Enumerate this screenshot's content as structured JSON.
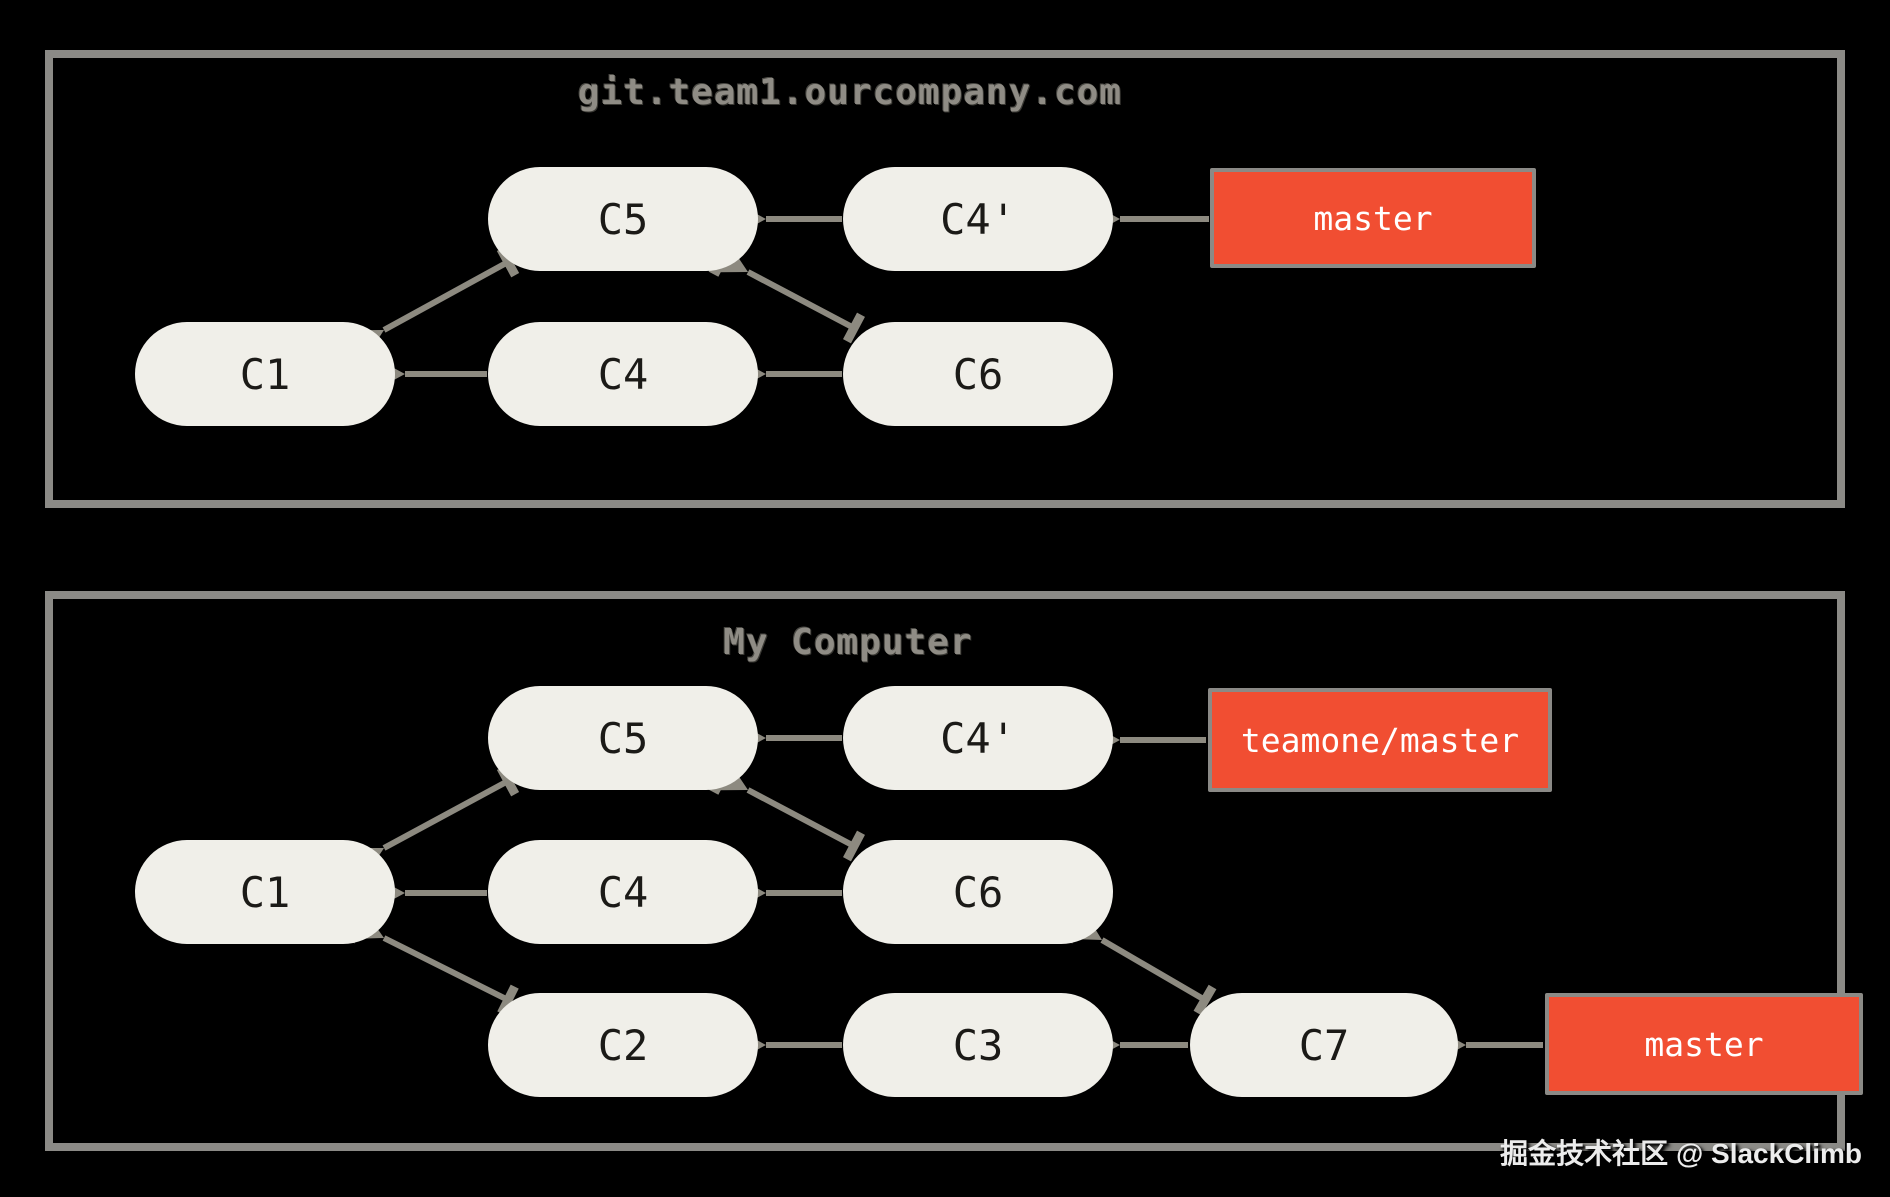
{
  "palette": {
    "background": "#000000",
    "frame_border": "#8b8a86",
    "node_fill": "#f0efe9",
    "node_text": "#1b1a17",
    "arrow": "#8d8a80",
    "branch_fill": "#f14e32",
    "branch_border": "#8b8a86",
    "branch_text": "#ffffff",
    "title_text": "#8f8c85"
  },
  "repos": [
    {
      "title": "git.team1.ourcompany.com",
      "commits": [
        {
          "id": "C5",
          "parents": [
            "C1"
          ]
        },
        {
          "id": "C4'",
          "parents": [
            "C5"
          ]
        },
        {
          "id": "C1",
          "parents": []
        },
        {
          "id": "C4",
          "parents": [
            "C1"
          ]
        },
        {
          "id": "C6",
          "parents": [
            "C4",
            "C5"
          ]
        }
      ],
      "branches": [
        {
          "label": "master",
          "points_to": "C4'"
        }
      ]
    },
    {
      "title": "My Computer",
      "commits": [
        {
          "id": "C5",
          "parents": [
            "C1"
          ]
        },
        {
          "id": "C4'",
          "parents": [
            "C5"
          ]
        },
        {
          "id": "C1",
          "parents": []
        },
        {
          "id": "C4",
          "parents": [
            "C1"
          ]
        },
        {
          "id": "C6",
          "parents": [
            "C4",
            "C5"
          ]
        },
        {
          "id": "C2",
          "parents": [
            "C1"
          ]
        },
        {
          "id": "C3",
          "parents": [
            "C2"
          ]
        },
        {
          "id": "C7",
          "parents": [
            "C3",
            "C6"
          ]
        }
      ],
      "branches": [
        {
          "label": "teamone/master",
          "points_to": "C4'"
        },
        {
          "label": "master",
          "points_to": "C7"
        }
      ]
    }
  ],
  "watermark": "掘金技术社区 @ SlackClimb"
}
